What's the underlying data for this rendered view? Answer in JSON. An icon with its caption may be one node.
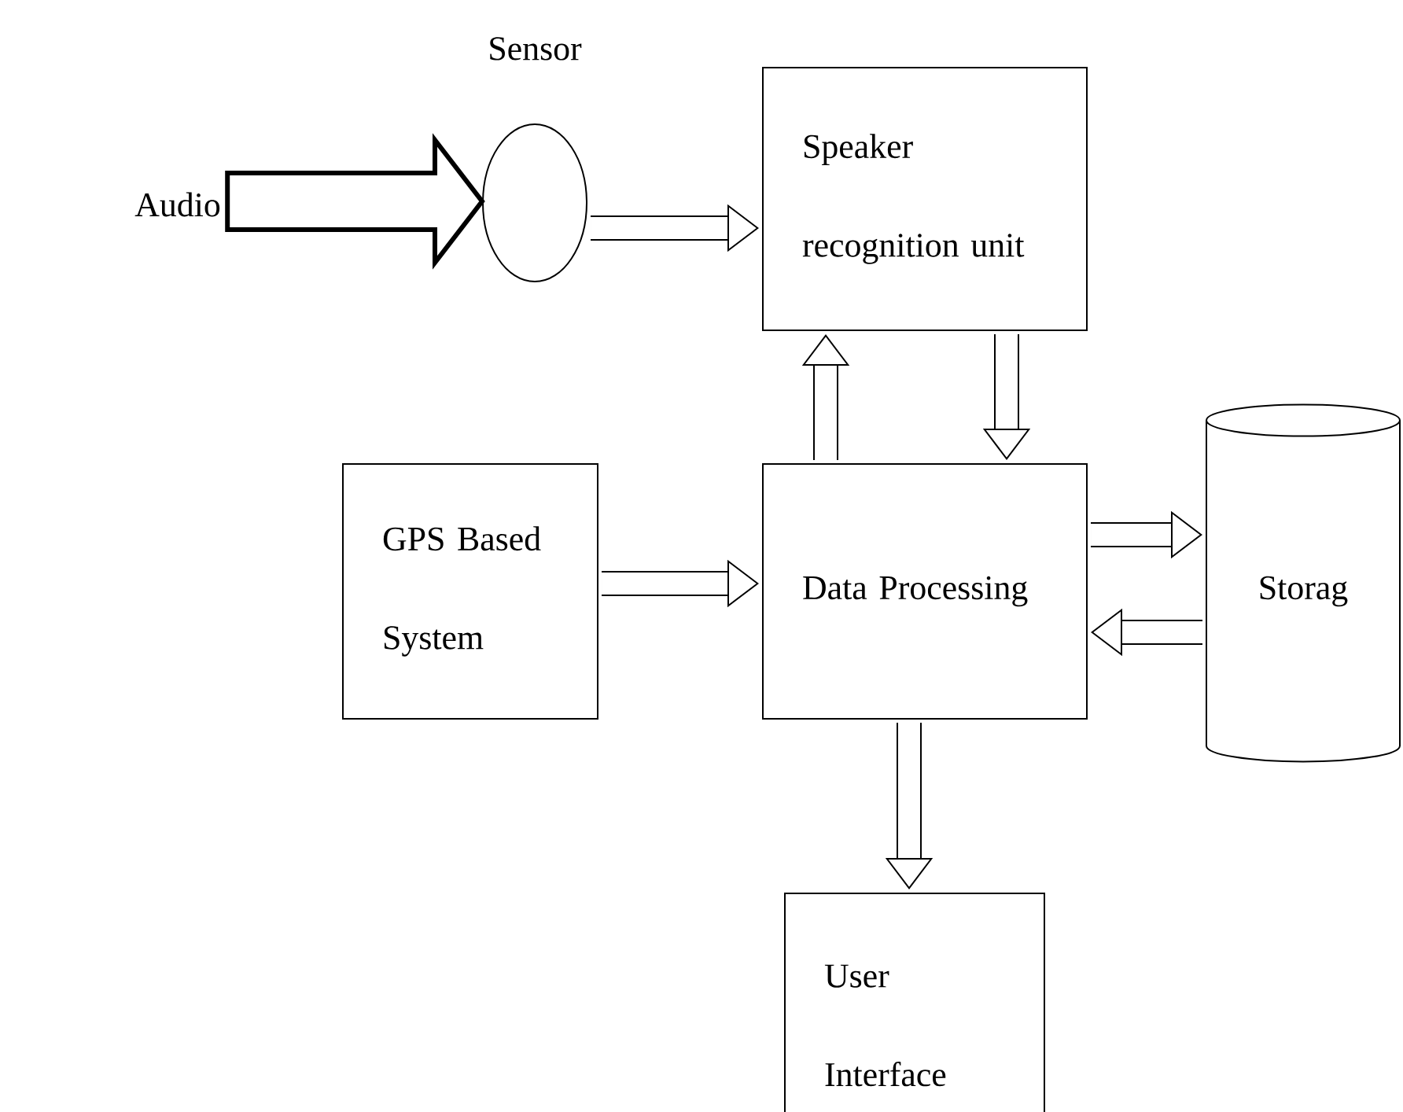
{
  "diagram": {
    "nodes": [
      {
        "text": [
          "Audio"
        ]
      },
      {
        "text": [
          "Sensor"
        ]
      },
      {
        "text": [
          "Speaker recognition unit"
        ]
      },
      {
        "text": [
          "GPS Based System"
        ]
      },
      {
        "text": [
          "Data Processing"
        ]
      },
      {
        "text": [
          "Storag"
        ]
      },
      {
        "text": [
          "User Interface"
        ]
      }
    ],
    "edges": [
      {
        "from": 0,
        "to": 1,
        "arrow": "to",
        "style": "thick"
      },
      {
        "from": 1,
        "to": 2,
        "arrow": "to"
      },
      {
        "from": 4,
        "to": 2,
        "arrow": "to"
      },
      {
        "from": 2,
        "to": 4,
        "arrow": "to"
      },
      {
        "from": 3,
        "to": 4,
        "arrow": "to"
      },
      {
        "from": 4,
        "to": 5,
        "arrow": "to"
      },
      {
        "from": 5,
        "to": 4,
        "arrow": "to"
      },
      {
        "from": 4,
        "to": 6,
        "arrow": "to"
      }
    ]
  }
}
